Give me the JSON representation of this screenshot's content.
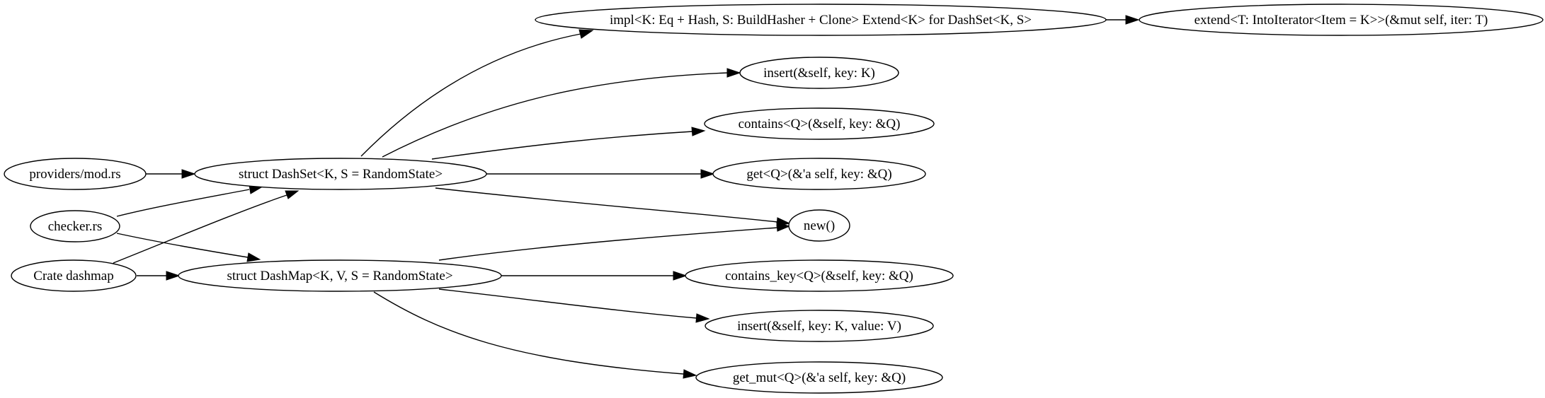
{
  "diagram": {
    "nodes": [
      {
        "id": "providers",
        "label": "providers/mod.rs"
      },
      {
        "id": "checker",
        "label": "checker.rs"
      },
      {
        "id": "crate",
        "label": "Crate dashmap"
      },
      {
        "id": "dashset",
        "label": "struct DashSet<K, S = RandomState>"
      },
      {
        "id": "dashmap",
        "label": "struct DashMap<K, V, S = RandomState>"
      },
      {
        "id": "impl_extend",
        "label": "impl<K: Eq + Hash, S: BuildHasher + Clone> Extend<K> for DashSet<K, S>"
      },
      {
        "id": "extend",
        "label": "extend<T: IntoIterator<Item = K>>(&mut self, iter: T)"
      },
      {
        "id": "set_insert",
        "label": "insert(&self, key: K)"
      },
      {
        "id": "contains",
        "label": "contains<Q>(&self, key: &Q)"
      },
      {
        "id": "get",
        "label": "get<Q>(&'a self, key: &Q)"
      },
      {
        "id": "new",
        "label": "new()"
      },
      {
        "id": "contains_key",
        "label": "contains_key<Q>(&self, key: &Q)"
      },
      {
        "id": "map_insert",
        "label": "insert(&self, key: K, value: V)"
      },
      {
        "id": "get_mut",
        "label": "get_mut<Q>(&'a self, key: &Q)"
      }
    ],
    "edges": [
      {
        "from": "providers",
        "to": "dashset"
      },
      {
        "from": "checker",
        "to": "dashset"
      },
      {
        "from": "checker",
        "to": "dashmap"
      },
      {
        "from": "crate",
        "to": "dashset"
      },
      {
        "from": "crate",
        "to": "dashmap"
      },
      {
        "from": "dashset",
        "to": "impl_extend"
      },
      {
        "from": "impl_extend",
        "to": "extend"
      },
      {
        "from": "dashset",
        "to": "set_insert"
      },
      {
        "from": "dashset",
        "to": "contains"
      },
      {
        "from": "dashset",
        "to": "get"
      },
      {
        "from": "dashset",
        "to": "new"
      },
      {
        "from": "dashmap",
        "to": "new"
      },
      {
        "from": "dashmap",
        "to": "contains_key"
      },
      {
        "from": "dashmap",
        "to": "map_insert"
      },
      {
        "from": "dashmap",
        "to": "get_mut"
      }
    ]
  }
}
